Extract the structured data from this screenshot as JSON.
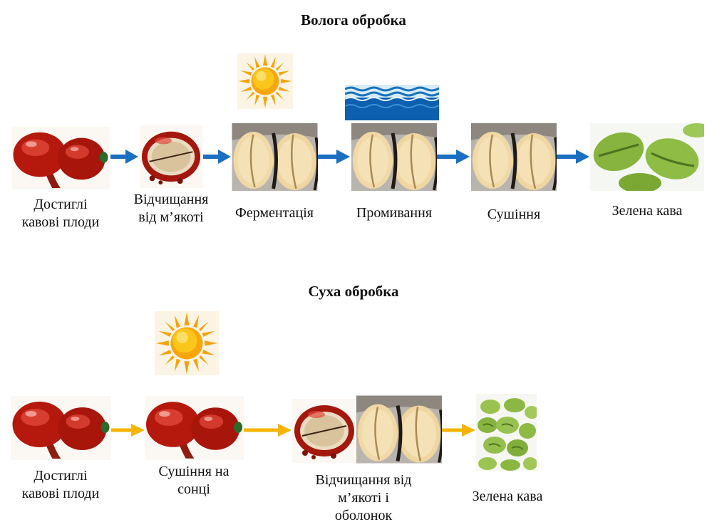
{
  "wet": {
    "title": "Волога обробка",
    "steps": [
      {
        "label": "Достиглі\nкавові плоди",
        "image": "red-coffee-cherries"
      },
      {
        "label": "Відчищання\nвід м’якоті",
        "image": "pulped-cherry"
      },
      {
        "label": "Ферментація",
        "image": "parchment-beans",
        "overlay": "sun-icon"
      },
      {
        "label": "Промивання",
        "image": "parchment-beans",
        "overlay": "water-waves-icon"
      },
      {
        "label": "Сушіння",
        "image": "parchment-beans"
      },
      {
        "label": "Зелена кава",
        "image": "green-coffee-beans"
      }
    ],
    "arrow_color": "#1a6fc0"
  },
  "dry": {
    "title": "Суха обробка",
    "steps": [
      {
        "label": "Достиглі\nкавові плоди",
        "image": "red-coffee-cherries"
      },
      {
        "label": "Сушіння на\nсонці",
        "image": "red-coffee-cherries",
        "overlay": "sun-icon"
      },
      {
        "label": "Відчищання від\nм’якоті і\nоболонок",
        "image": "pulped-cherry-and-parchment-beans"
      },
      {
        "label": "Зелена кава",
        "image": "green-coffee-beans"
      }
    ],
    "arrow_color": "#f6b400"
  }
}
